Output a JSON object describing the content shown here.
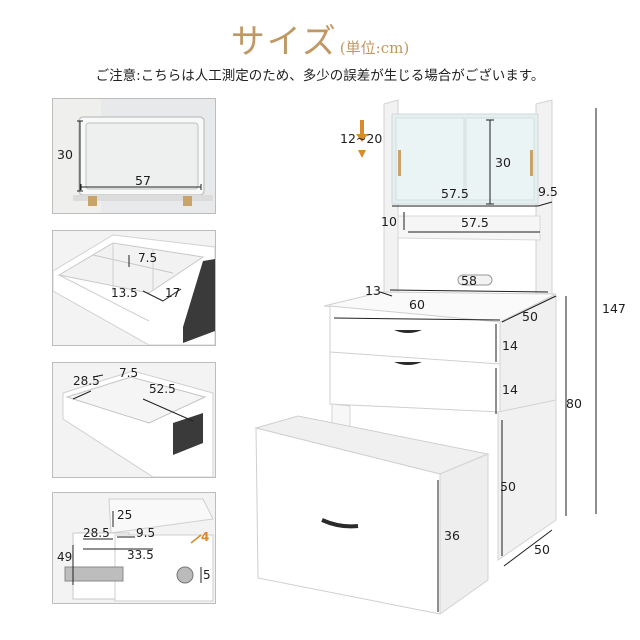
{
  "header": {
    "title": "サイズ",
    "unit": "(単位:cm)",
    "notice": "ご注意:こちらは人工測定のため、多少の誤差が生じる場合がございます。"
  },
  "panels": {
    "mirror": {
      "height": "30",
      "width": "57"
    },
    "tray": {
      "depth": "7.5",
      "w1": "13.5",
      "w2": "17"
    },
    "drawer": {
      "depth": "28.5",
      "height": "7.5",
      "width": "52.5"
    },
    "stool": {
      "d1": "25",
      "d2": "28.5",
      "d3": "9.5",
      "h": "49",
      "w": "33.5",
      "caster_h": "5",
      "caster_w": "4"
    }
  },
  "main": {
    "adjust": "12~20",
    "cabinet_h": "30",
    "cabinet_w": "57.5",
    "side_shelf": "9.5",
    "shelf_h": "10",
    "shelf_w": "57.5",
    "desk_d": "13",
    "tabletop_w": "58",
    "desk_w": "60",
    "desk_depth": "50",
    "drawer1_h": "14",
    "drawer2_h": "14",
    "desk_h": "80",
    "total_h": "147",
    "leg_h": "50",
    "stool_h": "36",
    "base_d": "50"
  }
}
